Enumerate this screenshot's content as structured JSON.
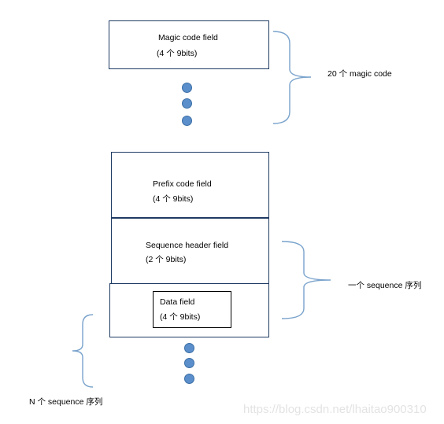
{
  "boxes": {
    "magic": {
      "name": "Magic code field",
      "detail": "(4 个 9bits)"
    },
    "prefix": {
      "name": "Prefix code field",
      "detail": "(4 个 9bits)"
    },
    "sequence_header": {
      "name": "Sequence header field",
      "detail": "(2 个 9bits)"
    },
    "data": {
      "name": "Data field",
      "detail": "(4 个 9bits)"
    }
  },
  "annotations": {
    "magic_count": "20 个 magic code",
    "one_sequence": "一个 sequence 序列",
    "n_sequences": "N 个 sequence 序列"
  },
  "watermark": "https://blog.csdn.net/lhaitao900310",
  "colors": {
    "box_border": "#1f3b63",
    "dot_fill": "#5b8fcb",
    "brace": "#7aa3cc"
  }
}
